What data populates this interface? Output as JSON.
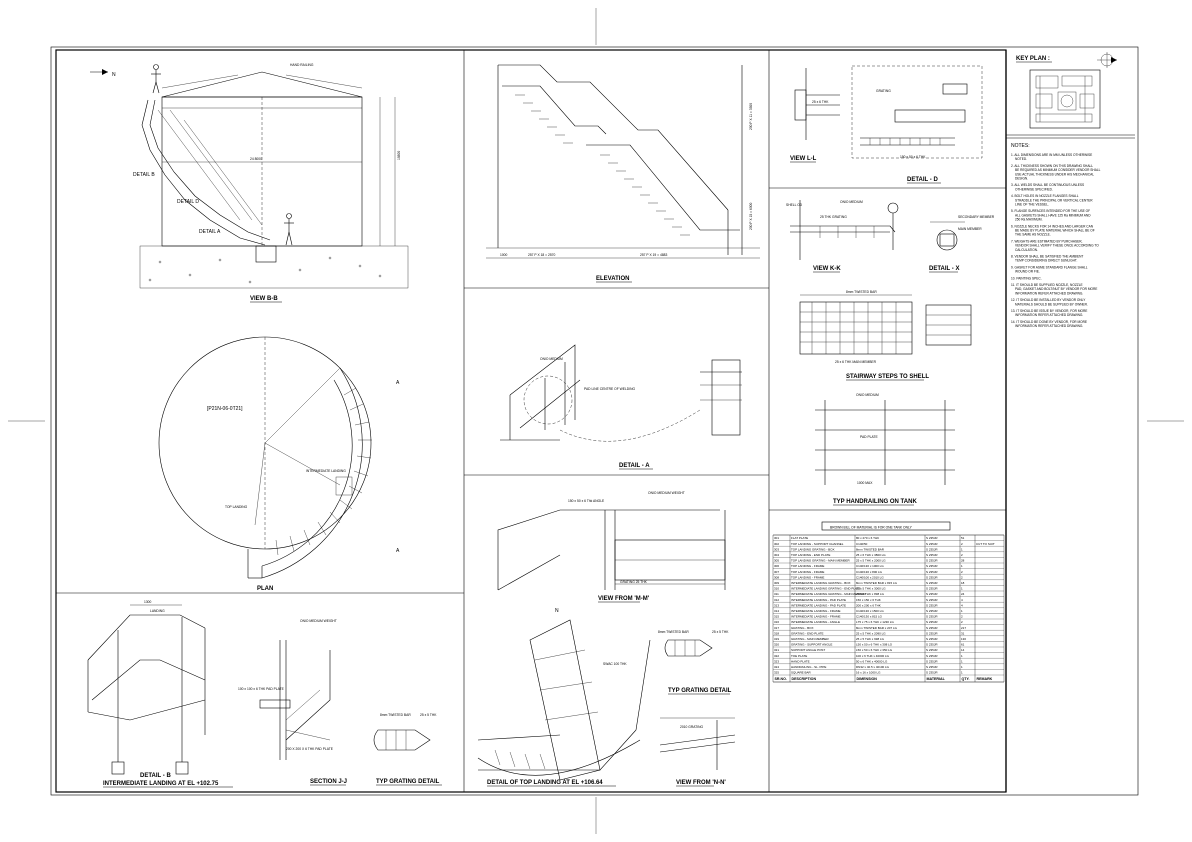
{
  "drawing": {
    "north_label": "N",
    "views": {
      "view_bb": "VIEW B-B",
      "plan": "PLAN",
      "elevation": "ELEVATION",
      "detail_a": "DETAIL - A",
      "view_mm": "VIEW FROM 'M-M'",
      "detail_top_landing": "DETAIL OF TOP LANDING AT EL +106.64",
      "view_nn": "VIEW FROM 'N-N'",
      "detail_b_line1": "DETAIL - B",
      "detail_b_line2": "INTERMEDIATE LANDING AT EL +102.75",
      "section_jj": "SECTION J-J",
      "typ_grating_1": "TYP GRATING DETAIL",
      "typ_grating_2": "TYP GRATING DETAIL",
      "view_ll": "VIEW L-L",
      "detail_d": "DETAIL - D",
      "view_kk": "VIEW K-K",
      "detail_x": "DETAIL - X",
      "stairway_steps": "STAIRWAY STEPS TO SHELL",
      "typ_handrailing": "TYP HANDRAILING ON TANK"
    },
    "callouts": {
      "detail_b": "DETAIL B",
      "detail_d": "DETAIL D",
      "detail_a": "DETAIL A",
      "tank_tag": "[P21N-06-0T21]",
      "hand_railing": "HAND RAILING",
      "top_landing": "TOP LANDING",
      "intermediate_landing": "INTERMEDIATE LANDING",
      "landing": "LANDING",
      "grating_25": "GRATING 25 THK"
    },
    "dims": {
      "bb_height": "19800",
      "bb_width": "24 8000",
      "elev_run1": "257 P X 18 = 2570",
      "elev_run2": "257 P X 19 = 4883",
      "elev_rise1": "200 P X 11 = 3500",
      "elev_rise2": "200 P X 15 = 6000",
      "elev_start": "1000"
    },
    "key_plan": {
      "title": "KEY PLAN :"
    },
    "notes": {
      "title": "NOTES:",
      "items": [
        "1. ALL DIMENSIONS ARE IN MM UNLESS OTHERWISE NOTED.",
        "2. ALL THICKNESS SHOWN ON THIS DRAWING SHALL BE REQUIRED AS MINIMUM CONSIDER VENDOR SHALL USE ACTUAL THICKNESS UNDER HIS MECHANICAL DESIGN.",
        "3. ALL WELDS SHALL BE CONTINUOUS UNLESS OTHERWISE SPECIFIED.",
        "4. BOLT HOLES IN NOZZLE FLANGES SHALL STRADDLE THE PRINCIPAL OR VERTICAL CENTER LINE OF THE VESSEL.",
        "5. FLANGE SURFACES INTENDED FOR THE USE OF ALL GASKETS SHALL HAVE 125 Ra MINIMUM AND 250 Ra MAXIMUM.",
        "6. NOZZLE NECKS FOR 14 INCHES AND LARGER CAN BE MADE BY PLATE MATERIAL WHICH SHALL BE OF THE SAME AS NOZZLE.",
        "7. WEIGHTS ARE ESTIMATED BY PURCHASER, VENDOR SHALL VERIFY THESE ONCE ACCORDING TO CALCULATION.",
        "8. VENDOR SHALL BE SATISFIED THE AMBIENT TEMP CONSIDERING DIRECT SUNLIGHT.",
        "9. GASKET FOR ASME STANDARD FLANGE SHALL WOUND OR FIE.",
        "10. PAINTING SPEC.",
        "11. IT SHOULD BE SUPPLIED NOZZLE, NOZZLE PAD, GASKET AND BOLT/NUT BY VENDOR FOR MORE INFORMATION REFER ATTACHED DRAWING.",
        "12. IT SHOULD BE INSTALLED BY VENDOR ONLY MATERIALS SHOULD BE SUPPLIED BY OWNER.",
        "13. IT SHOULD BE ISSUE BY VENDOR, FOR MORE INFORMATION REFER ATTACHED DRAWING.",
        "14. IT SHOULD BE DONE BY VENDOR, FOR MORE INFORMATION REFER ATTACHED DRAWING."
      ]
    },
    "bom": {
      "title": "BROWN BILL OF MATERIAL IS FOR ONE TANK ONLY",
      "headers": [
        "SR.NO.",
        "DESCRIPTION",
        "DIMENSION",
        "MATERIAL",
        "QTY.",
        "REMARK"
      ],
      "rows": [
        [
          "301",
          "FLAT PLATE",
          "80 x 270 x 6 THK",
          "S 235JR",
          "51",
          ""
        ],
        [
          "302",
          "TOP LANDING - SUPPORT CHANNEL",
          "C140/50",
          "S 235JR",
          "2",
          "CUT TO SUIT"
        ],
        [
          "303",
          "TOP LANDING GRATING - BOX",
          "8mm TWISTED BAR",
          "S 235JR",
          "1",
          ""
        ],
        [
          "304",
          "TOP LANDING - END PLATE",
          "25 x 6 THK x 3800 LG",
          "S 235JR",
          "2",
          ""
        ],
        [
          "305",
          "TOP LANDING GRATING - MAIN MEMBER",
          "25 x 5 THK x 2000 LG",
          "S 235JR",
          "28",
          ""
        ],
        [
          "306",
          "TOP LANDING - FRAME",
          "C140/130 x 1000 LG",
          "S 235JR",
          "1",
          ""
        ],
        [
          "307",
          "TOP LANDING - FRAME",
          "C140/130 x 800 LG",
          "S 235JR",
          "2",
          ""
        ],
        [
          "308",
          "TOP LANDING - FRAME",
          "C140/100 x 2010 LG",
          "S 235JR",
          "2",
          ""
        ],
        [
          "309",
          "INTERMEDIATE LANDING GRATING - BOX",
          "8mm TWISTED BAR x 815 LG",
          "S 235JR",
          "18",
          ""
        ],
        [
          "310",
          "INTERMEDIATE LANDING GRATING - END PLATE",
          "25 x 5 THK x 3000 LG",
          "S 235JR",
          "1",
          ""
        ],
        [
          "311",
          "INTERMEDIATE LANDING GRATING - MAIN MEMBER",
          "25 x 5 THK x 898 LG",
          "S 235JR",
          "24",
          ""
        ],
        [
          "312",
          "INTERMEDIATE LANDING - PAD PLATE",
          "150 x 150 x 6 THK",
          "S 235JR",
          "4",
          ""
        ],
        [
          "313",
          "INTERMEDIATE LANDING - PAD PLATE",
          "200 x 200 x 6 THK",
          "S 235JR",
          "4",
          ""
        ],
        [
          "314",
          "INTERMEDIATE LANDING - FRAME",
          "C140/130 x 1500 LG",
          "S 235JR",
          "1",
          ""
        ],
        [
          "315",
          "INTERMEDIATE LANDING - FRAME",
          "C140/130 x 815 LG",
          "S 235JR",
          "2",
          ""
        ],
        [
          "316",
          "INTERMEDIATE LANDING - ANGLE",
          "L75 x 75 x 6 THK x 1230 LG",
          "S 235JR",
          "2",
          ""
        ],
        [
          "317",
          "GRATING - BOX",
          "8mm TWISTED BAR x 207 LG",
          "S 235JR",
          "217",
          ""
        ],
        [
          "318",
          "GRATING - END PLATE",
          "25 x 5 THK x 2090 LG",
          "S 235JR",
          "31",
          ""
        ],
        [
          "319",
          "GRATING - MAIN MEMBER",
          "25 x 5 THK x 998 LG",
          "S 235JR",
          "130",
          ""
        ],
        [
          "320",
          "GRATING - SUPPORT ANGLE",
          "L50 x 50 x 6 THK x 308 LG",
          "S 235JR",
          "61",
          ""
        ],
        [
          "321",
          "SUPPORT ANGLE POST",
          "L50 x 50 x 6 THK x 350 LG",
          "S 235JR",
          "14",
          ""
        ],
        [
          "322",
          "TOE PLATE",
          "100 x 6 THK x 40000 LG",
          "S 235JR",
          "1",
          ""
        ],
        [
          "323",
          "HAND PLATE",
          "50 x 6 THK x 40000 LG",
          "S 235JR",
          "1",
          ""
        ],
        [
          "324",
          "HANDRAILING - SL. PIPE",
          "DN32 x 40.5 x 40100 LG",
          "S 235JR",
          "1",
          ""
        ],
        [
          "325",
          "SQUARE BAR",
          "16 x 16 x 1000 LG",
          "S 235JR",
          "1",
          ""
        ]
      ]
    }
  }
}
